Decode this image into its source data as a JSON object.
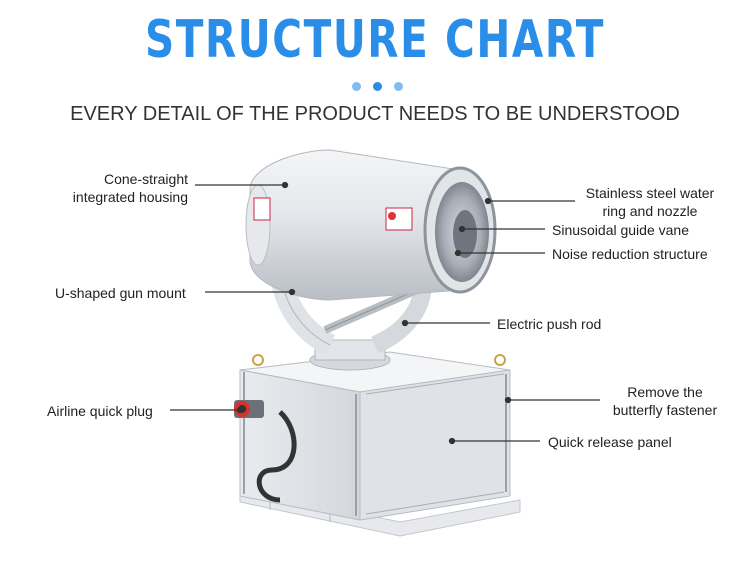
{
  "header": {
    "title": "STRUCTURE CHART",
    "subtitle": "EVERY DETAIL OF THE PRODUCT NEEDS TO BE UNDERSTOOD"
  },
  "colors": {
    "accent": "#2a8ee8",
    "accent_light": "#7fbcf2",
    "text": "#222222"
  },
  "callouts": {
    "housing": [
      "Cone-straight",
      "integrated housing"
    ],
    "water_ring": [
      "Stainless steel water",
      "ring and nozzle"
    ],
    "guide_vane": "Sinusoidal guide vane",
    "noise_reduction": "Noise reduction structure",
    "gun_mount": "U-shaped gun mount",
    "push_rod": "Electric push rod",
    "airline_plug": "Airline quick plug",
    "butterfly": [
      "Remove the",
      "butterfly fastener"
    ],
    "panel": "Quick release panel"
  },
  "warning_icon": "warning-label-icon"
}
